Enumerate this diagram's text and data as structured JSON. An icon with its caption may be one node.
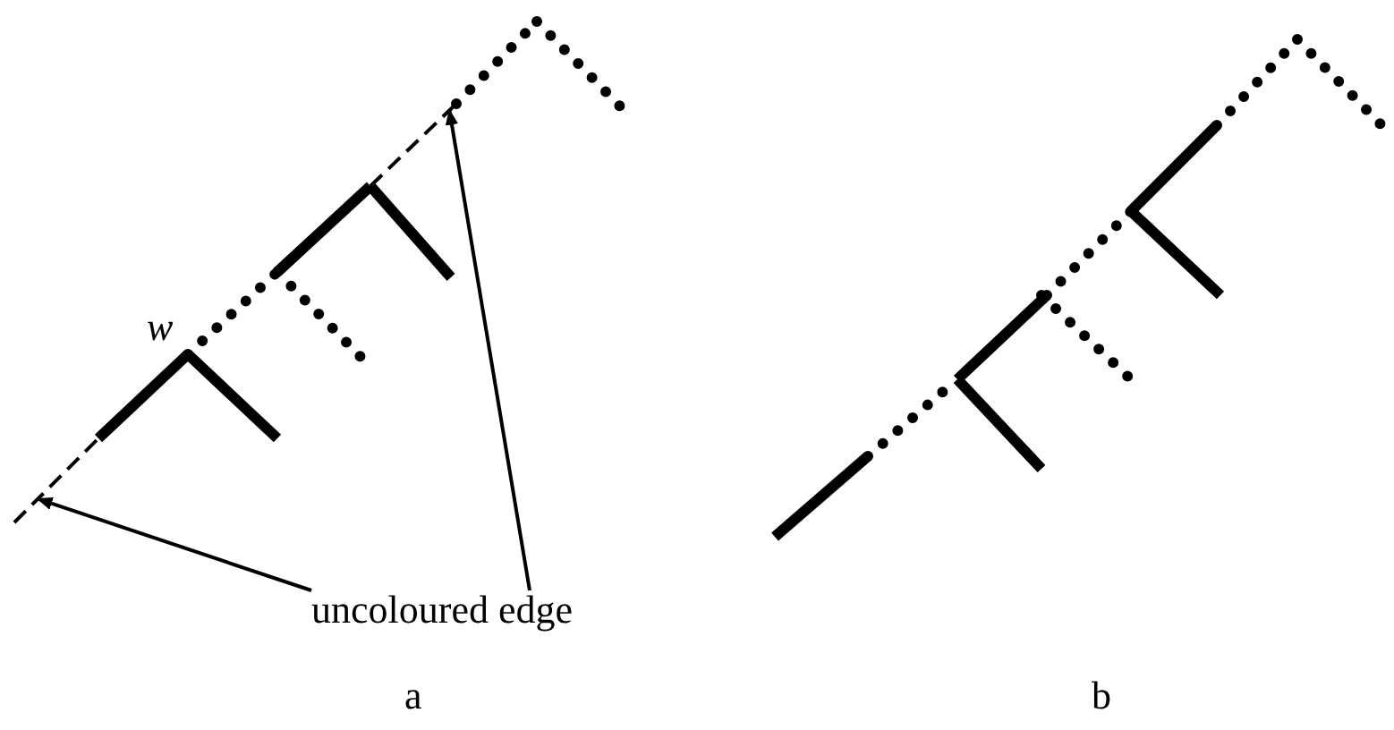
{
  "diagram": {
    "nodes": [
      {
        "text": [
          "uncoloured edge"
        ]
      },
      {
        "text": [],
        "shape": "line"
      },
      {
        "text": [],
        "shape": "line"
      }
    ],
    "edges": [
      {
        "from": 0,
        "to": 1,
        "arrow": "to"
      },
      {
        "from": 0,
        "to": 2,
        "arrow": "to"
      }
    ],
    "labels": [
      "w",
      "a",
      "b"
    ]
  }
}
